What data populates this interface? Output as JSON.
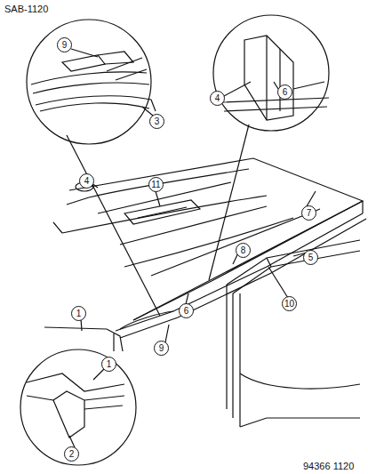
{
  "diagram": {
    "labels": [
      "SAB-1120",
      "9",
      "3",
      "4",
      "6",
      "4",
      "11",
      "7",
      "8",
      "9",
      "6",
      "1",
      "5",
      "10",
      "1",
      "2",
      "94366 1120"
    ]
  }
}
